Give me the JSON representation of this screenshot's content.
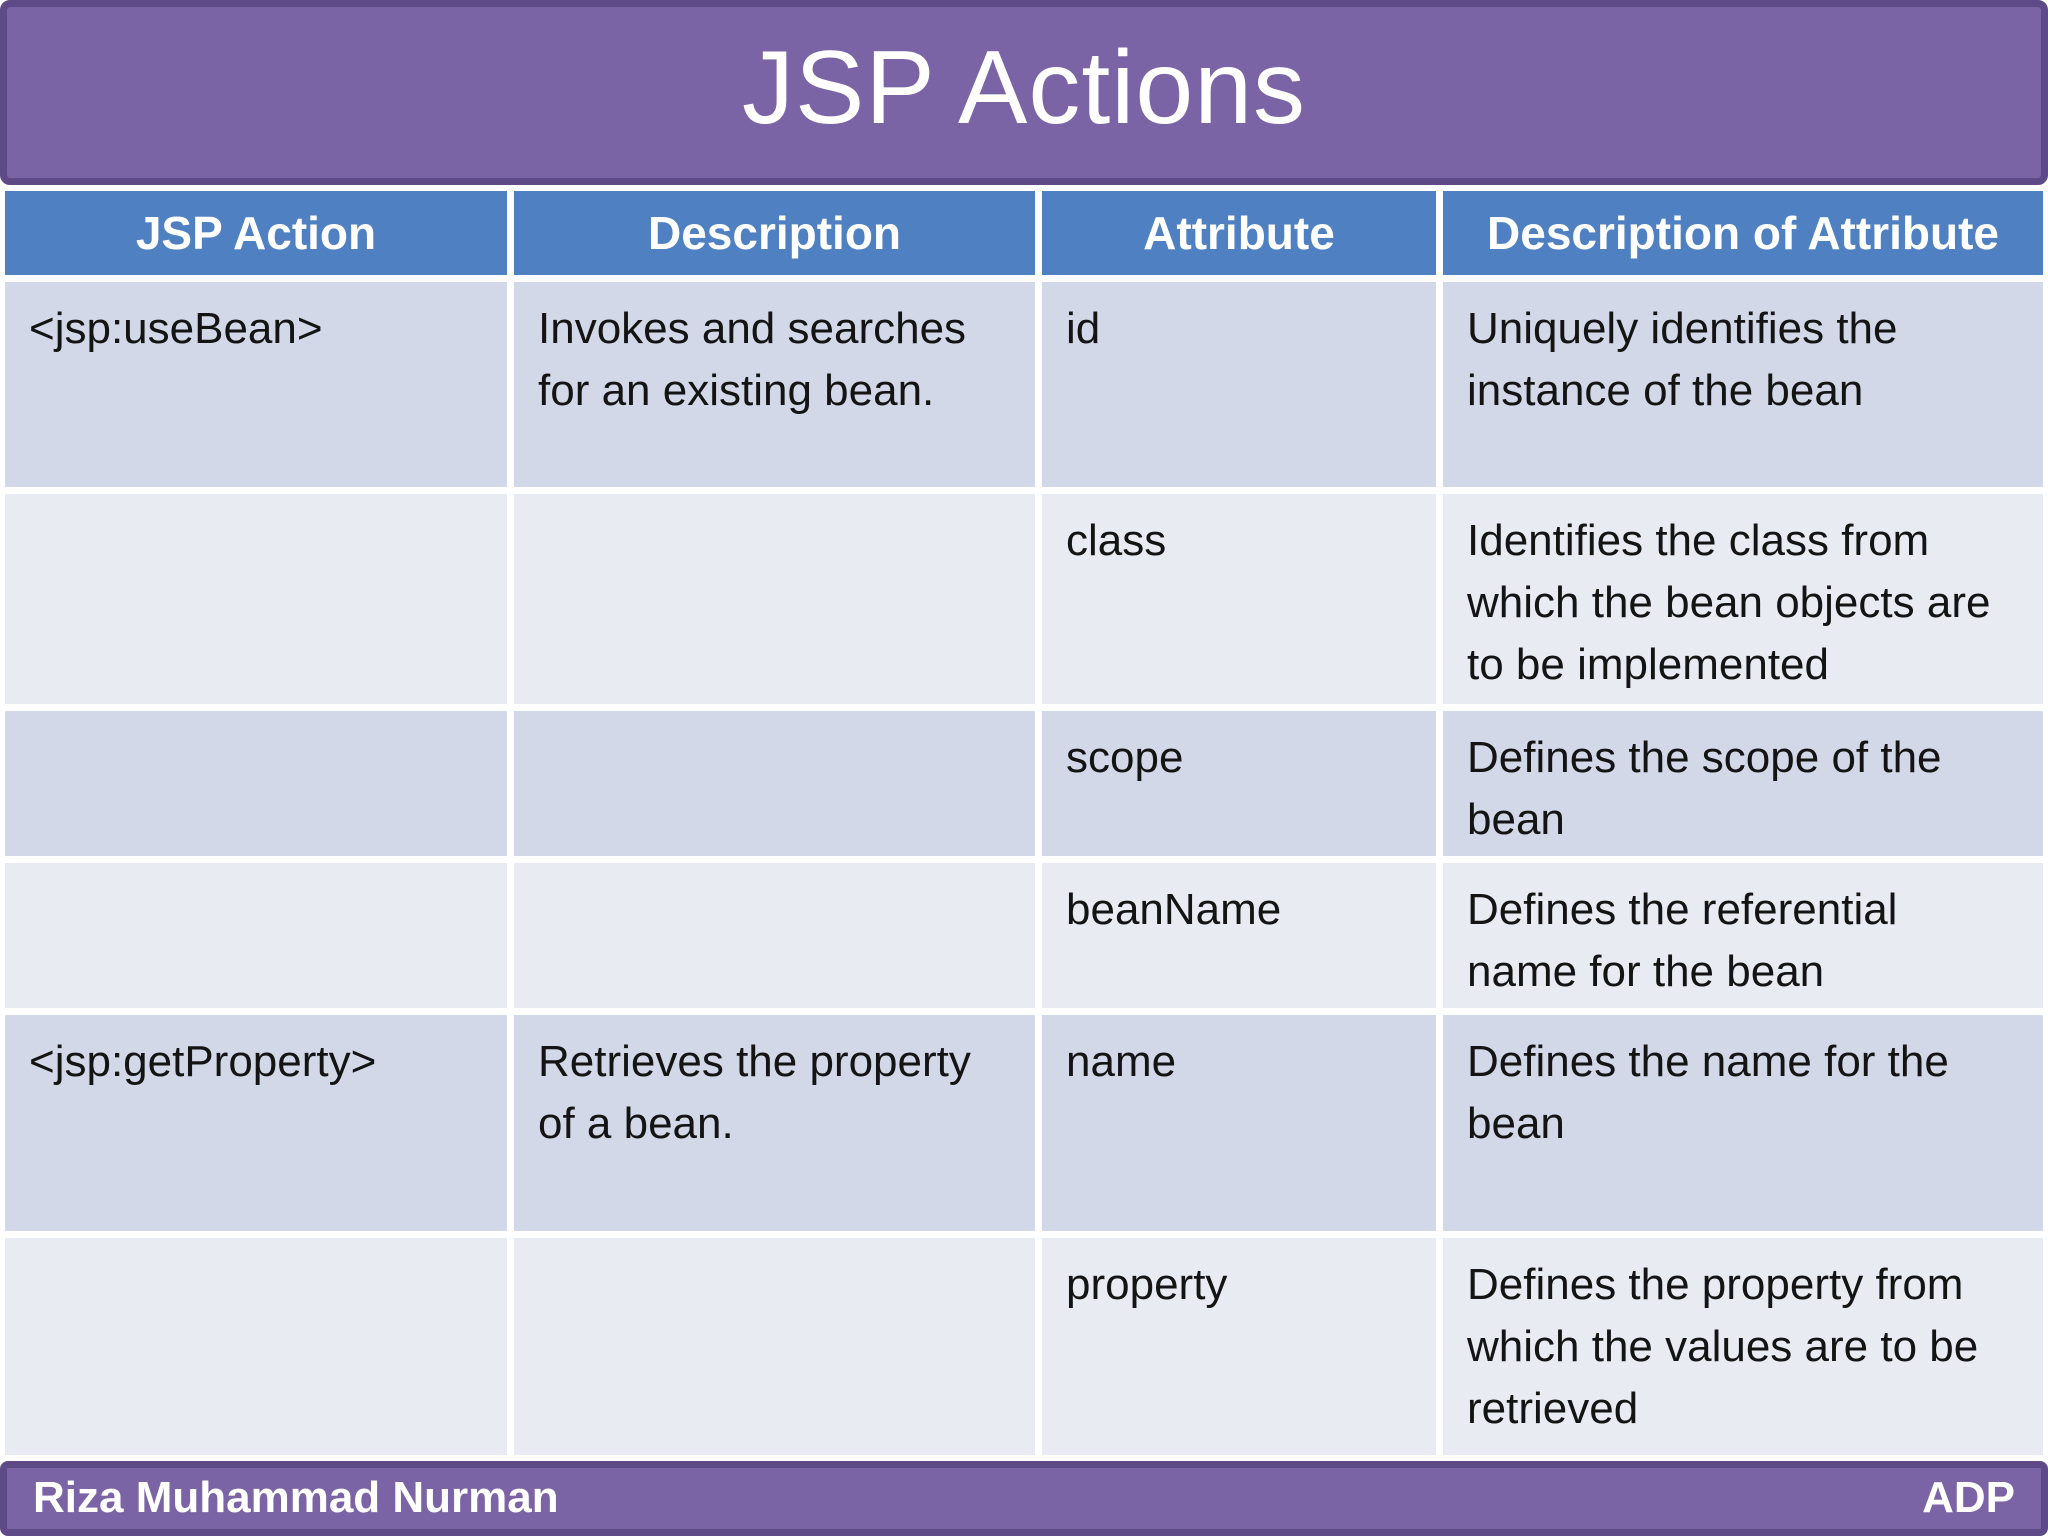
{
  "slide": {
    "title": "JSP Actions",
    "footer": {
      "author": "Riza Muhammad Nurman",
      "course": "ADP"
    },
    "colors": {
      "title_bg": "#7b64a5",
      "frame_border": "#5e4a86",
      "header_bg": "#4f80c1",
      "row_dark": "#d2d8e7",
      "row_light": "#e9ebf2",
      "header_text": "#ffffff"
    }
  },
  "table": {
    "columns": [
      "JSP Action",
      "Description",
      "Attribute",
      "Description of Attribute"
    ],
    "rows": [
      {
        "action": "<jsp:useBean>",
        "description": "Invokes and searches for an existing bean.",
        "attribute": "id",
        "attribute_description": "Uniquely identifies the instance of the bean"
      },
      {
        "action": "",
        "description": "",
        "attribute": "class",
        "attribute_description": "Identifies the class from which the bean objects are to be implemented"
      },
      {
        "action": "",
        "description": "",
        "attribute": "scope",
        "attribute_description": "Defines the scope of the bean"
      },
      {
        "action": "",
        "description": "",
        "attribute": "beanName",
        "attribute_description": "Defines the referential name for the bean"
      },
      {
        "action": "<jsp:getProperty>",
        "description": "Retrieves the property of a bean.",
        "attribute": "name",
        "attribute_description": "Defines the name for the bean"
      },
      {
        "action": "",
        "description": "",
        "attribute": "property",
        "attribute_description": "Defines the property from which the values are to be retrieved"
      }
    ]
  }
}
